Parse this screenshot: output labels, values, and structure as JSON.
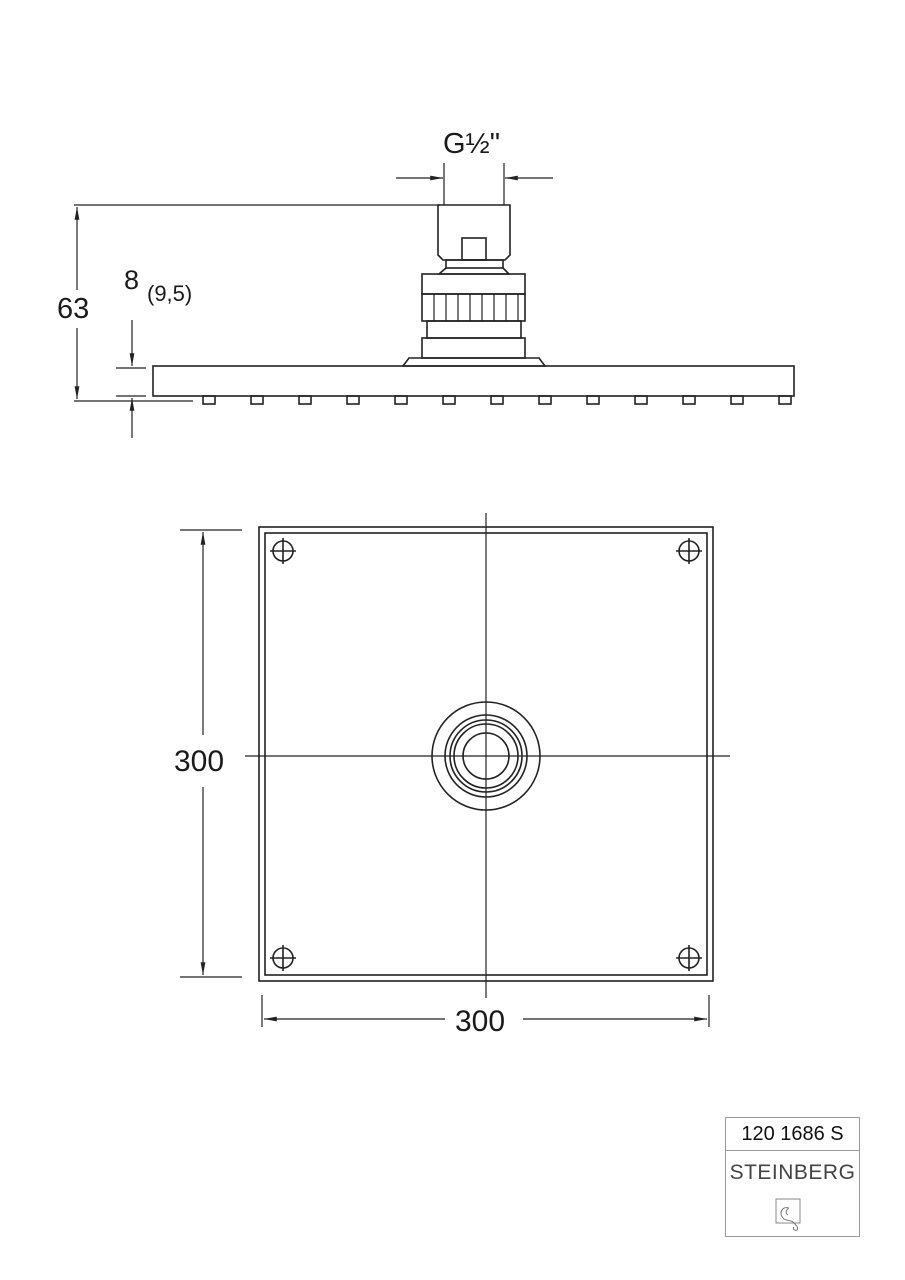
{
  "side_view": {
    "thread_label": "G½\"",
    "height_label": "63",
    "plate_thickness_label": "8",
    "plate_thickness_alt_label": "(9,5)",
    "nozzle_count": 13
  },
  "top_view": {
    "height_label": "300",
    "width_label": "300",
    "mounting_hole_count": 4
  },
  "title_block": {
    "part_number": "120 1686 S",
    "brand": "STEINBERG",
    "logo_icon": "steinberg-logo-icon"
  },
  "colors": {
    "line": "#222222",
    "background": "#ffffff",
    "title_border": "#9a9a9a"
  }
}
